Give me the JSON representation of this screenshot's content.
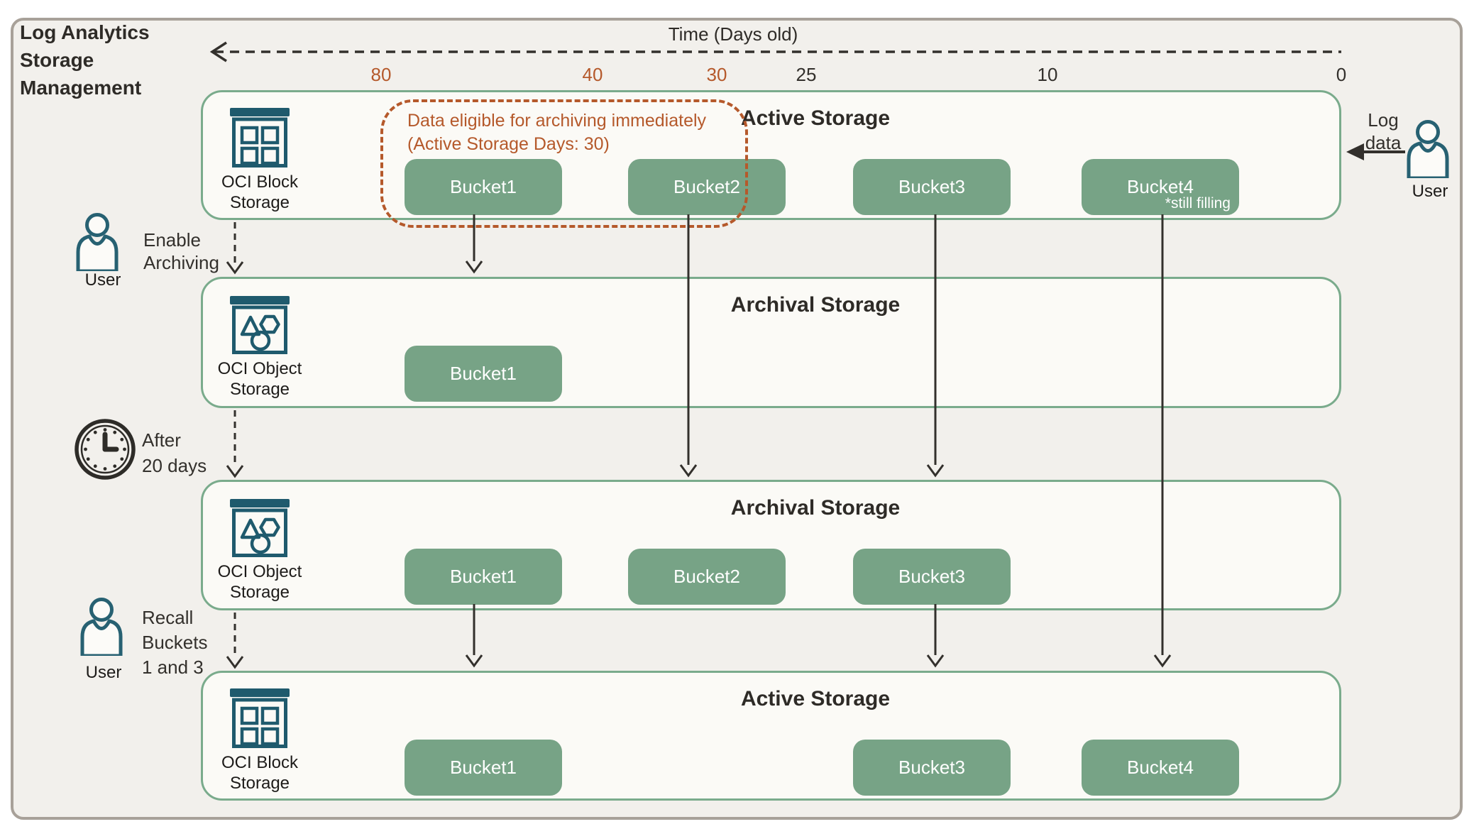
{
  "title": {
    "line1": "Log Analytics",
    "line2": "Storage",
    "line3": "Management"
  },
  "time_axis": {
    "label": "Time (Days old)",
    "ticks": [
      {
        "value": "80",
        "style": "color:#b5592b"
      },
      {
        "value": "40",
        "style": "color:#b5592b"
      },
      {
        "value": "30",
        "style": "color:#b5592b"
      },
      {
        "value": "25",
        "style": "color:#33302c"
      },
      {
        "value": "10",
        "style": "color:#33302c"
      },
      {
        "value": "0",
        "style": "color:#33302c"
      }
    ]
  },
  "callout": {
    "line1": "Data eligible for archiving immediately",
    "line2": "(Active Storage Days: 30)"
  },
  "rows": [
    {
      "title": "Active Storage",
      "icon": "block-storage-icon",
      "icon_label_1": "OCI Block",
      "icon_label_2": "Storage",
      "buckets": [
        {
          "label": "Bucket1"
        },
        {
          "label": "Bucket2"
        },
        {
          "label": "Bucket3"
        },
        {
          "label": "Bucket4",
          "note": "*still filling"
        }
      ]
    },
    {
      "title": "Archival Storage",
      "icon": "object-storage-icon",
      "icon_label_1": "OCI Object",
      "icon_label_2": "Storage",
      "buckets": [
        {
          "label": "Bucket1"
        }
      ]
    },
    {
      "title": "Archival Storage",
      "icon": "object-storage-icon",
      "icon_label_1": "OCI Object",
      "icon_label_2": "Storage",
      "buckets": [
        {
          "label": "Bucket1"
        },
        {
          "label": "Bucket2"
        },
        {
          "label": "Bucket3"
        }
      ]
    },
    {
      "title": "Active Storage",
      "icon": "block-storage-icon",
      "icon_label_1": "OCI Block",
      "icon_label_2": "Storage",
      "buckets": [
        {
          "label": "Bucket1"
        },
        {
          "label": "Bucket3"
        },
        {
          "label": "Bucket4"
        }
      ]
    }
  ],
  "annotations": {
    "enable_archiving": {
      "line1": "Enable",
      "line2": "Archiving"
    },
    "after_20_days": {
      "line1": "After",
      "line2": "20 days"
    },
    "recall_buckets": {
      "line1": "Recall",
      "line2": "Buckets",
      "line3": "1 and 3"
    },
    "log_data": {
      "line1": "Log",
      "line2": "data"
    },
    "user_label": "User"
  },
  "colors": {
    "background": "#f2f0ec",
    "row_background": "#fbfaf6",
    "outer_border": "#a8a199",
    "row_border_green": "#7aab8c",
    "bucket_green": "#77a386",
    "callout_orange": "#b5592b",
    "storage_icon_teal": "#1f5a6d",
    "user_icon_teal": "#276172",
    "dark_text": "#2e2b27",
    "arrow_dark": "#33302c"
  }
}
